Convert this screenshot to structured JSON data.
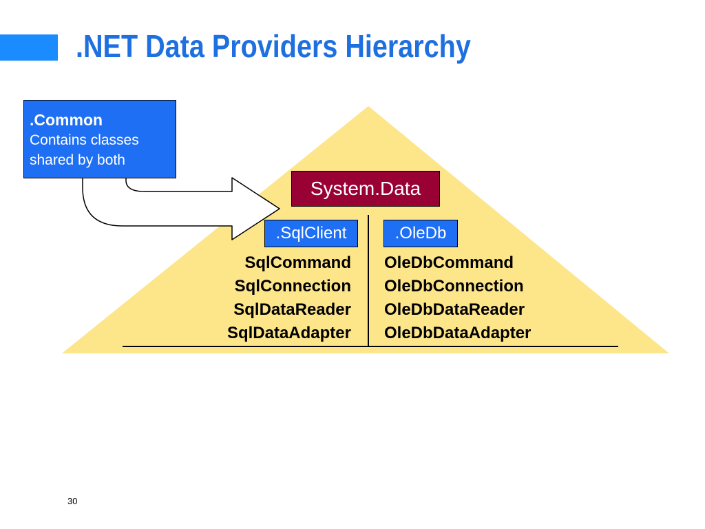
{
  "title": ".NET Data Providers Hierarchy",
  "callout": {
    "title": ".Common",
    "lines": [
      "Contains classes",
      "shared by both"
    ]
  },
  "root_namespace": "System.Data",
  "providers": [
    {
      "namespace": ".SqlClient",
      "classes": [
        "SqlCommand",
        "SqlConnection",
        "SqlDataReader",
        "SqlDataAdapter"
      ]
    },
    {
      "namespace": ".OleDb",
      "classes": [
        "OleDbCommand",
        "OleDbConnection",
        "OleDbDataReader",
        "OleDbDataAdapter"
      ]
    }
  ],
  "page_number": "30",
  "colors": {
    "title": "#1e6fe0",
    "accent_bar": "#1a8cff",
    "triangle": "#fde58a",
    "blue_box": "#1f6ff5",
    "system_data_box": "#990033"
  }
}
